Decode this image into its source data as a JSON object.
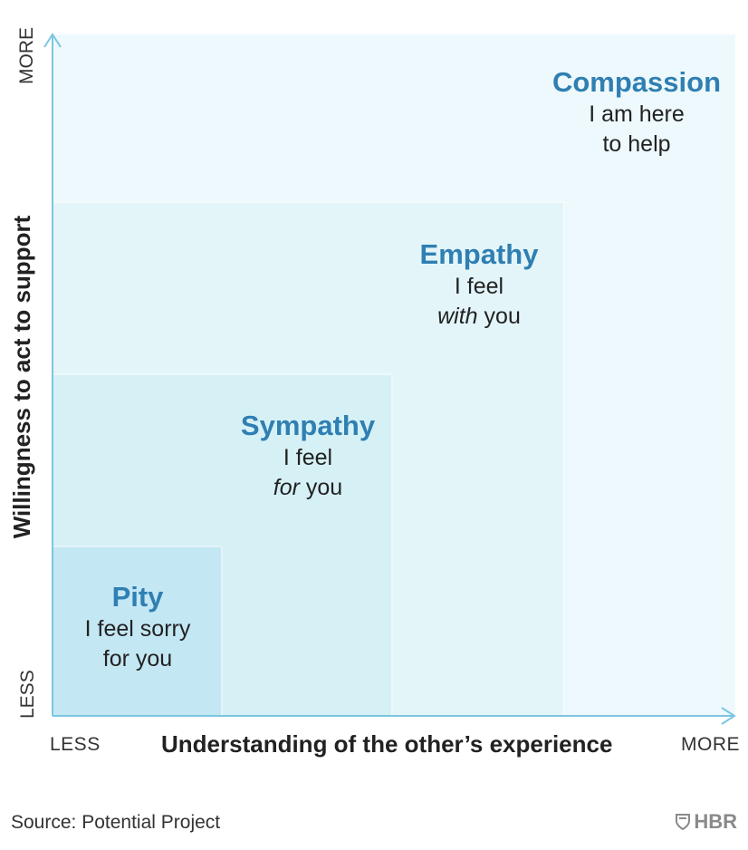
{
  "stages": [
    {
      "id": "compassion",
      "name": "Compassion",
      "desc_line1": "I am here",
      "desc_line2": "to help"
    },
    {
      "id": "empathy",
      "name": "Empathy",
      "desc_line1": "I feel",
      "desc_emph": "with",
      "desc_rest": " you"
    },
    {
      "id": "sympathy",
      "name": "Sympathy",
      "desc_line1": "I feel",
      "desc_emph": "for",
      "desc_rest": " you"
    },
    {
      "id": "pity",
      "name": "Pity",
      "desc_line1": "I feel sorry",
      "desc_line2": "for you"
    }
  ],
  "x_axis": {
    "title": "Understanding of the other’s experience",
    "low": "LESS",
    "high": "MORE"
  },
  "y_axis": {
    "title": "Willingness to act to support",
    "low": "LESS",
    "high": "MORE"
  },
  "source": "Source: Potential Project",
  "brand": "HBR",
  "colors": {
    "accent": "#2f7fb2",
    "axis": "#7cc6e0",
    "pity": "#c4e7f4",
    "sympathy": "#d6f1f6",
    "empathy": "#e3f5f9",
    "compassion": "#eef9fd"
  }
}
